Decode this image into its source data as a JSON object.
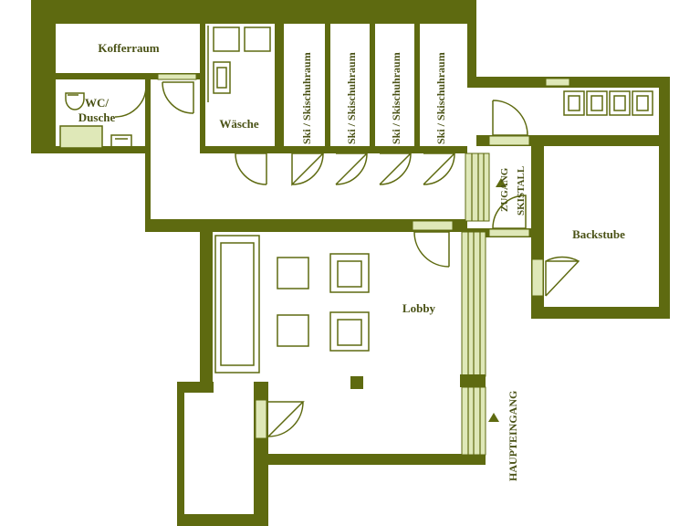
{
  "colors": {
    "wall": "#5e6a10",
    "glass": "#dfe8b8",
    "ink": "#4a5216",
    "background": "#ffffff"
  },
  "rooms": {
    "kofferraum": "Kofferraum",
    "wc_line1": "WC/",
    "wc_line2": "Dusche",
    "waesche": "Wäsche",
    "skischuh": [
      "Ski / Skischuhraum",
      "Ski / Skischuhraum",
      "Ski / Skischuhraum",
      "Ski / Skischuhraum"
    ],
    "zugang_line1": "ZUGANG",
    "zugang_line2": "SKISTALL",
    "backstube": "Backstube",
    "lobby": "Lobby",
    "haupteingang": "HAUPTEINGANG"
  }
}
